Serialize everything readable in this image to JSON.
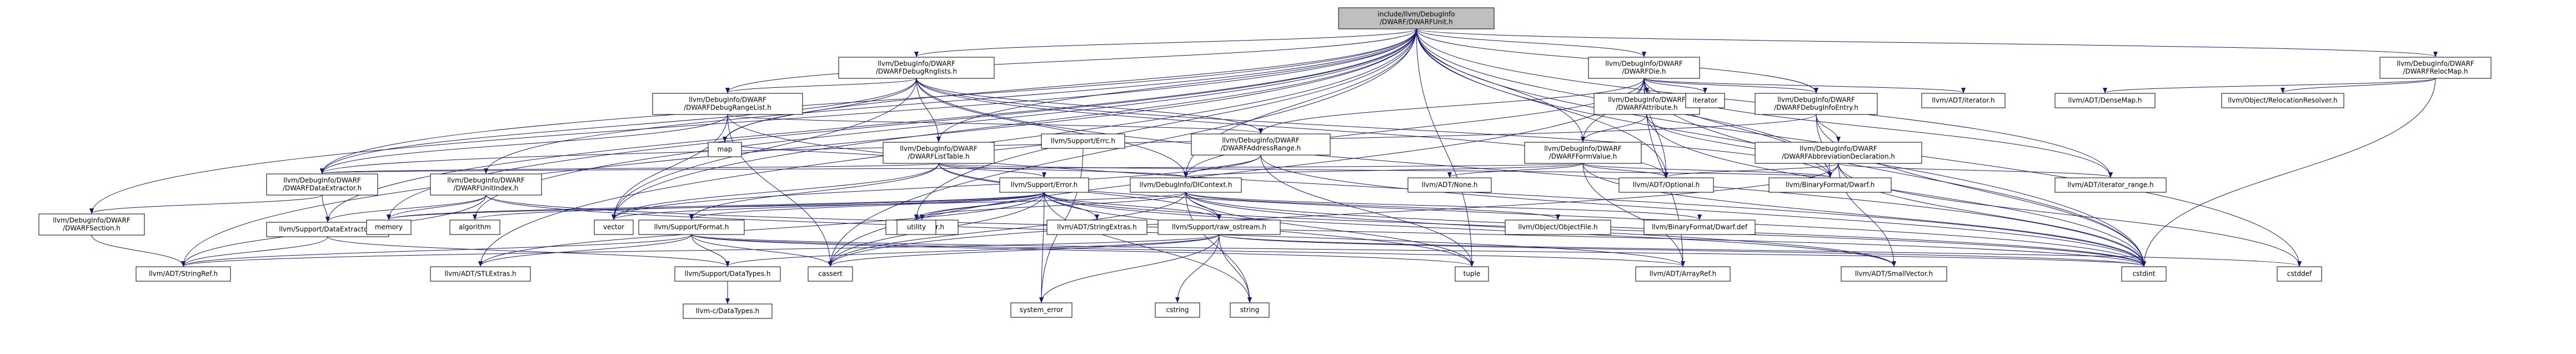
{
  "colors": {
    "root_fill": "#bfbfbf",
    "node_fill": "#ffffff",
    "node_border": "#000000",
    "error_node_border": "#ff0000",
    "edge": "#191970"
  },
  "nodes": {
    "root": [
      "include/llvm/DebugInfo",
      "/DWARF/DWARFUnit.h"
    ],
    "debugrnglists": [
      "llvm/DebugInfo/DWARF",
      "/DWARFDebugRnglists.h"
    ],
    "die": [
      "llvm/DebugInfo/DWARF",
      "/DWARFDie.h"
    ],
    "relocmap": [
      "llvm/DebugInfo/DWARF",
      "/DWARFRelocMap.h"
    ],
    "debugrangelist": [
      "llvm/DebugInfo/DWARF",
      "/DWARFDebugRangeList.h"
    ],
    "attribute": [
      "llvm/DebugInfo/DWARF",
      "/DWARFAttribute.h"
    ],
    "debuginfoentry": [
      "llvm/DebugInfo/DWARF",
      "/DWARFDebugInfoEntry.h"
    ],
    "listtable": [
      "llvm/DebugInfo/DWARF",
      "/DWARFListTable.h"
    ],
    "addressrange": [
      "llvm/DebugInfo/DWARF",
      "/DWARFAddressRange.h"
    ],
    "formvalue": [
      "llvm/DebugInfo/DWARF",
      "/DWARFFormValue.h"
    ],
    "abbrevdecl": [
      "llvm/DebugInfo/DWARF",
      "/DWARFAbbreviationDeclaration.h"
    ],
    "dataextractor": [
      "llvm/DebugInfo/DWARF",
      "/DWARFDataExtractor.h"
    ],
    "unitindex": [
      "llvm/DebugInfo/DWARF",
      "/DWARFUnitIndex.h"
    ],
    "section": [
      "llvm/DebugInfo/DWARF",
      "/DWARFSection.h"
    ],
    "supporterror": [
      "llvm/Support/Error.h"
    ],
    "supporterrc": [
      "llvm/Support/Errc.h"
    ],
    "dicontext": [
      "llvm/DebugInfo/DIContext.h"
    ],
    "supportdataextractor": [
      "llvm/Support/DataExtractor.h"
    ],
    "supportformat": [
      "llvm/Support/Format.h"
    ],
    "raw_ostream": [
      "llvm/Support/raw_ostream.h"
    ],
    "cerror": [
      "llvm-c/Error.h"
    ],
    "stringextras": [
      "llvm/ADT/StringExtras.h"
    ],
    "objectfile": [
      "llvm/Object/ObjectFile.h"
    ],
    "dwarfdef": [
      "llvm/BinaryFormat/Dwarf.def"
    ],
    "densemap": [
      "llvm/ADT/DenseMap.h"
    ],
    "relocresolver": [
      "llvm/Object/RelocationResolver.h"
    ],
    "iterator": [
      "iterator"
    ],
    "adtiterator": [
      "llvm/ADT/iterator.h"
    ],
    "none": [
      "llvm/ADT/None.h"
    ],
    "optional": [
      "llvm/ADT/Optional.h"
    ],
    "dwarfh": [
      "llvm/BinaryFormat/Dwarf.h"
    ],
    "iterrange": [
      "llvm/ADT/iterator_range.h"
    ],
    "map": [
      "map"
    ],
    "memory": [
      "memory"
    ],
    "algorithm": [
      "algorithm"
    ],
    "vector": [
      "vector"
    ],
    "utility": [
      "utility"
    ],
    "stringref": [
      "llvm/ADT/StringRef.h"
    ],
    "stlextras": [
      "llvm/ADT/STLExtras.h"
    ],
    "datatypes": [
      "llvm/Support/DataTypes.h"
    ],
    "cdatatypes": [
      "llvm-c/DataTypes.h"
    ],
    "cassert": [
      "cassert"
    ],
    "system_error": [
      "system_error"
    ],
    "cstring": [
      "cstring"
    ],
    "string": [
      "string"
    ],
    "tuple": [
      "tuple"
    ],
    "arrayref": [
      "llvm/ADT/ArrayRef.h"
    ],
    "smallvector": [
      "llvm/ADT/SmallVector.h"
    ],
    "cstdint": [
      "cstdint"
    ],
    "cstddef": [
      "cstddef"
    ]
  }
}
